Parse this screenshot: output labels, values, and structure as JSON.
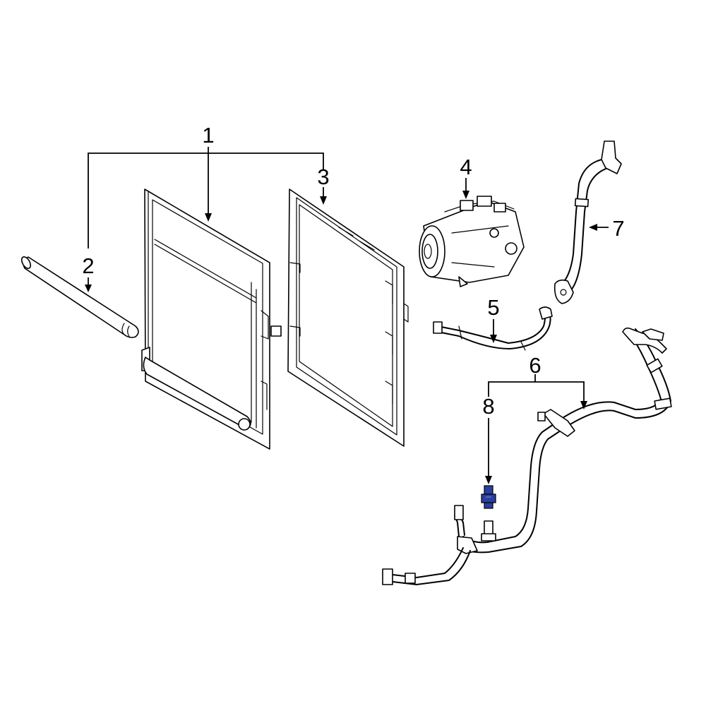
{
  "callouts": {
    "c1": "1",
    "c2": "2",
    "c3": "3",
    "c4": "4",
    "c5": "5",
    "c6": "6",
    "c7": "7",
    "c8": "8"
  },
  "colors": {
    "background": "#ffffff",
    "line": "#000000",
    "highlight_part": "#2a3f9e"
  },
  "icons": {
    "highlighted_part": "pressure-switch-icon"
  }
}
